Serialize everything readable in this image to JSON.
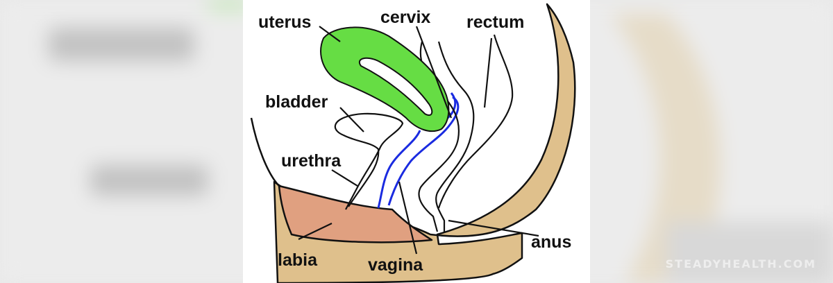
{
  "labels": {
    "uterus": "uterus",
    "cervix": "cervix",
    "rectum": "rectum",
    "bladder": "bladder",
    "urethra": "urethra",
    "anus": "anus",
    "labia": "labia",
    "vagina": "vagina"
  },
  "watermark": "STEADYHEALTH.COM",
  "colors": {
    "uterus": "#66dd44",
    "bone": "#dfc08c",
    "labia": "#e0a080",
    "vagina_line": "#1a2be0",
    "outline": "#111111",
    "panel": "#ffffff",
    "backdrop": "#e9e9e9"
  }
}
